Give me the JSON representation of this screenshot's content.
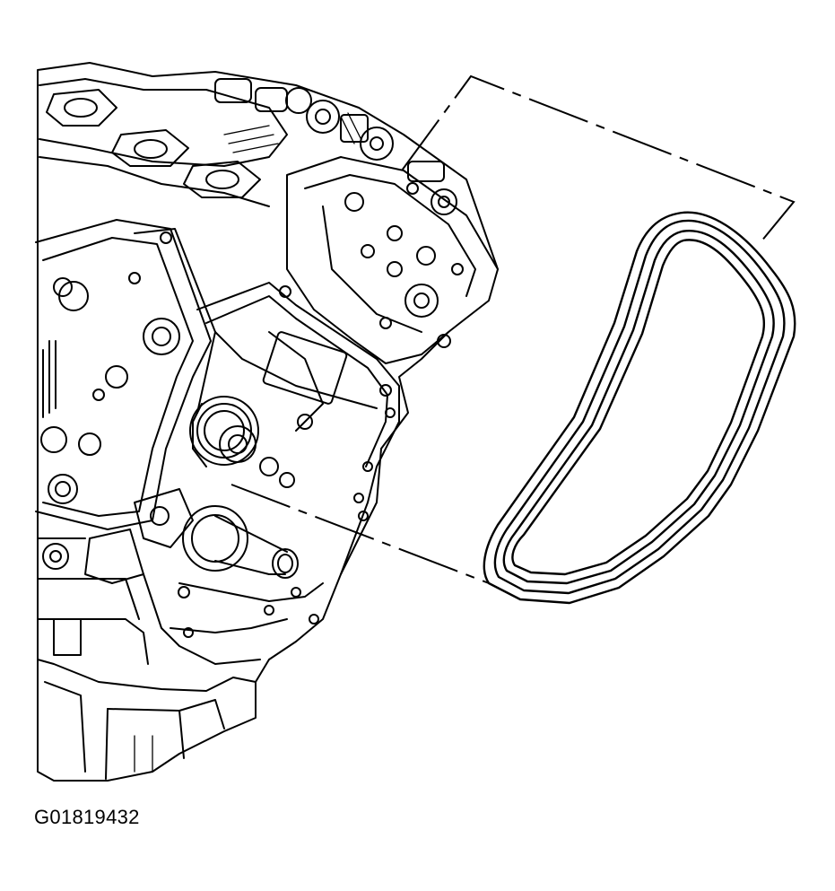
{
  "figure": {
    "code": "G01819432",
    "description_type": "line-art"
  },
  "parts": {
    "engine": "engine-block",
    "belt": "serpentine-belt"
  },
  "colors": {
    "line": "#000000",
    "background": "#ffffff"
  }
}
